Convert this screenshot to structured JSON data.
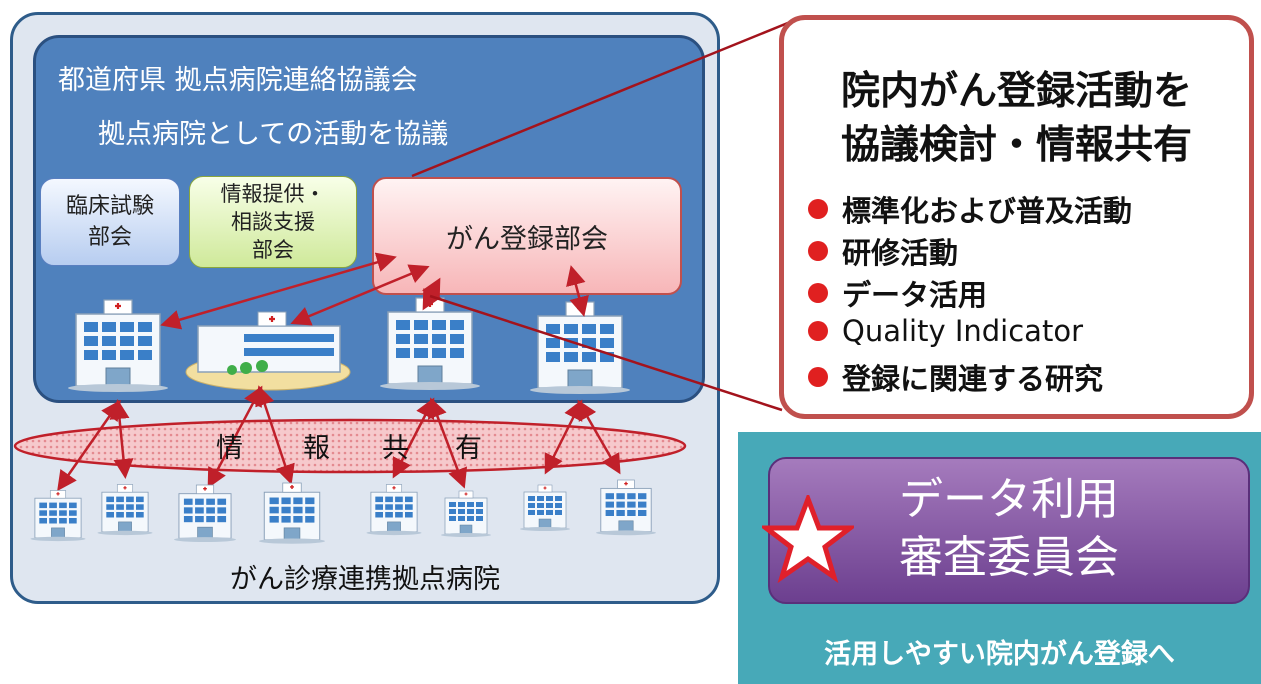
{
  "council": {
    "title": "都道府県 拠点病院連絡協議会",
    "subtitle": "拠点病院としての活動を協議",
    "subcommittees": {
      "clinical": "臨床試験\n部会",
      "info": "情報提供・\n相談支援\n部会",
      "registry": "がん登録部会"
    }
  },
  "network": {
    "label_chars": [
      "情",
      "報",
      "共",
      "有"
    ]
  },
  "hospitals_caption": "がん診療連携拠点病院",
  "panel": {
    "title_lines": [
      "院内がん登録活動を",
      "協議検討・情報共有"
    ],
    "bullets": [
      "標準化および普及活動",
      "研修活動",
      "データ活用",
      "Quality Indicator",
      "登録に関連する研究"
    ]
  },
  "committee": {
    "label_lines": [
      "データ利用",
      "審査委員会"
    ],
    "tagline": "活用しやすい院内がん登録へ"
  },
  "colors": {
    "council_blue": "#4f81bd",
    "registry_red": "#c0504d",
    "committee_purple": "#7b4a9e",
    "teal": "#47a9b8"
  }
}
